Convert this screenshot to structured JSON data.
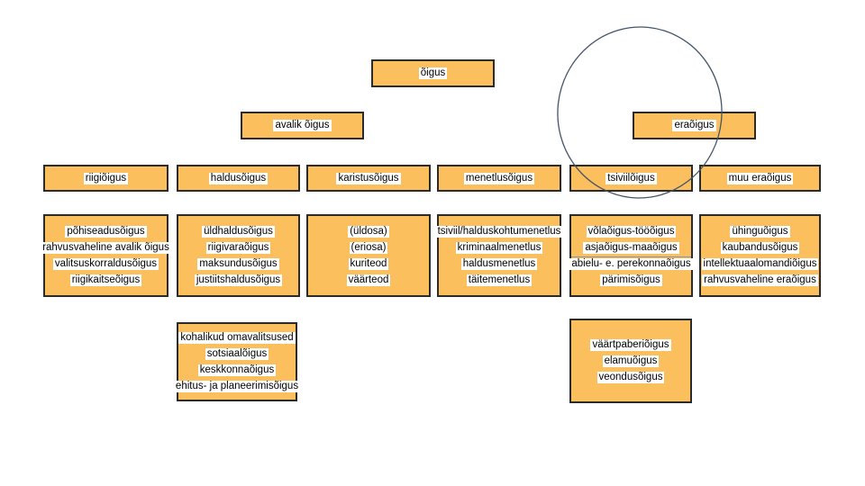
{
  "style": {
    "box_fill": "#FBBF5E",
    "box_border": "#2B2B2B",
    "label_bg": "#FFFFFF",
    "text_color": "#000000",
    "ellipse_stroke": "#44546A",
    "underline_color": "#8C95A6"
  },
  "diagram": {
    "root": "õigus",
    "level2": [
      "avalik õigus",
      "eraõigus"
    ],
    "level3": [
      "riigiõigus",
      "haldusõigus",
      "karistusõigus",
      "menetlusõigus",
      "tsiviilõigus",
      "muu eraõigus"
    ],
    "level4": [
      [
        "põhiseadusõigus",
        "rahvusvaheline avalik õigus",
        "valitsuskorraldusõigus",
        "riigikaitseõigus"
      ],
      [
        "üldhaldusõigus",
        "riigivaraõigus",
        "maksundusõigus",
        "justiitshaldusõigus"
      ],
      [
        "(üldosa)",
        "(eriosa)",
        "kuriteod",
        "väärteod"
      ],
      [
        "tsiviil/halduskohtumenetlus",
        "kriminaalmenetlus",
        "haldusmenetlus",
        "täitemenetlus"
      ],
      [
        "võlaõigus-tööõigus",
        "asjaõigus-maaõigus",
        "abielu- e. perekonnaõigus",
        "pärimisõigus"
      ],
      [
        "ühinguõigus",
        "kaubandusõigus",
        "intellektuaalomandiõigus",
        "rahvusvaheline eraõigus"
      ]
    ],
    "level5": [
      [
        "kohalikud omavalitsused",
        "sotsiaalõigus",
        "keskkonnaõigus",
        "ehitus- ja planeerimisõigus"
      ],
      [
        "väärtpaberiõigus",
        "elamuõigus",
        "veondusõigus"
      ]
    ],
    "annotation": "hand-drawn ellipse circling eraõigus"
  }
}
